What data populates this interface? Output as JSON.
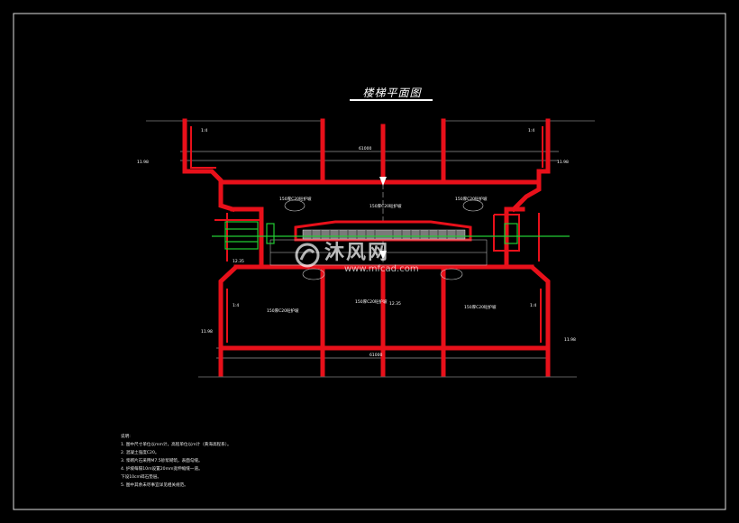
{
  "drawing": {
    "title": "楼梯平面图",
    "labels": {
      "stage_left": "1:4",
      "stage_right": "1:4",
      "stage_left_bottom": "1:4",
      "stage_right_bottom": "1:4",
      "elev_tl": "11.98",
      "elev_tr": "11.98",
      "elev_bl": "11.98",
      "elev_br": "11.98",
      "elev_mid_l": "12.35",
      "elev_mid_r": "12.35",
      "dim_total_top": "61000",
      "dim_total_bottom": "61000",
      "pave_top_left": "150厚C20砼护坡",
      "pave_top_mid": "150厚C20砼护坡",
      "pave_top_right": "150厚C20砼护坡",
      "pave_bot_left": "150厚C20砼护坡",
      "pave_bot_mid": "150厚C20砼护坡",
      "pave_bot_right": "150厚C20砼护坡"
    }
  },
  "notes": [
    "说明:",
    "1. 图中尺寸单位以mm计，高程单位以m计（黄海高程系）。",
    "2. 混凝土强度C20。",
    "3. 浆砌片石采用M7.5砂浆砌筑，表面勾缝。",
    "4. 护坡每隔10m设置20mm宽伸缩缝一道。",
    "下设10cm碎石垫层。",
    "5. 图中其余未尽事宜详见相关规范。"
  ],
  "watermark": {
    "brand": "沐风网",
    "url": "www.mfcad.com"
  },
  "colors": {
    "background": "#000000",
    "wall": "#e8101a",
    "line": "#ffffff",
    "rail": "#22cc33"
  }
}
